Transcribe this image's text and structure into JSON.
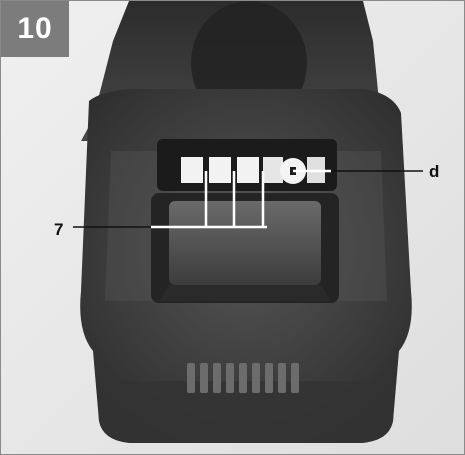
{
  "figure": {
    "number": "10",
    "callouts": {
      "d": "d",
      "seven": "7"
    }
  },
  "colors": {
    "background": "#e9e9e9",
    "badge": "#7c7c7c",
    "tool_body": "#3a3a3a",
    "leader_line": "#ffffff"
  }
}
